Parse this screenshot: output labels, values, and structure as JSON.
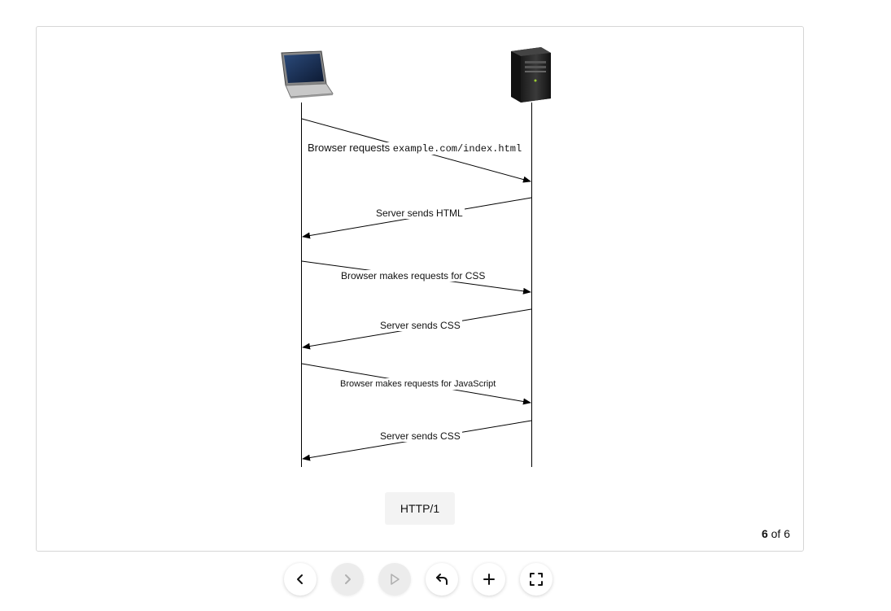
{
  "diagram": {
    "client_icon": "laptop-icon",
    "server_icon": "server-tower-icon",
    "messages": [
      {
        "direction": "client-to-server",
        "text": "Browser requests ",
        "code": "example.com/index.html"
      },
      {
        "direction": "server-to-client",
        "text": "Server sends HTML"
      },
      {
        "direction": "client-to-server",
        "text": "Browser makes requests for CSS"
      },
      {
        "direction": "server-to-client",
        "text": "Server sends CSS"
      },
      {
        "direction": "client-to-server",
        "text": "Browser makes requests for JavaScript"
      },
      {
        "direction": "server-to-client",
        "text": "Server sends CSS"
      }
    ]
  },
  "caption": "HTTP/1",
  "pager": {
    "current": "6",
    "separator": " of ",
    "total": "6"
  },
  "controls": [
    {
      "name": "previous-button",
      "icon": "chevron-left-icon",
      "enabled": true
    },
    {
      "name": "next-button",
      "icon": "chevron-right-icon",
      "enabled": false
    },
    {
      "name": "play-button",
      "icon": "play-icon",
      "enabled": false
    },
    {
      "name": "restart-button",
      "icon": "undo-arrow-icon",
      "enabled": true
    },
    {
      "name": "zoom-button",
      "icon": "plus-icon",
      "enabled": true
    },
    {
      "name": "fullscreen-button",
      "icon": "fullscreen-icon",
      "enabled": true
    }
  ]
}
